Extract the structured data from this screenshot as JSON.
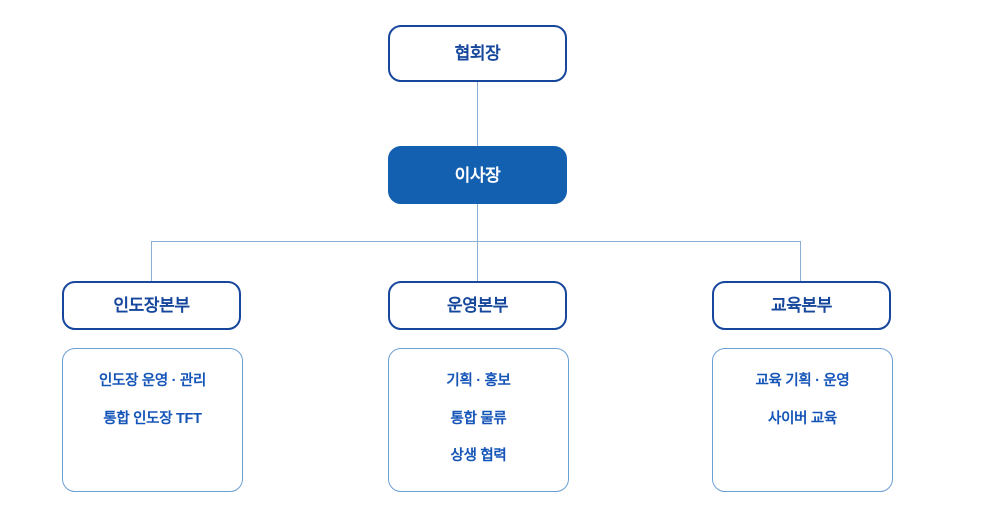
{
  "chart": {
    "type": "org-chart",
    "title": "",
    "accent_color": "#1460B0",
    "outline_color": "#16479D",
    "content_text_color": "#1555B8",
    "content_border_color": "#6B9FD4",
    "connector_color": "#8CAFD4",
    "background": "#FFFFFF"
  },
  "levels": {
    "top": {
      "label": "협회장",
      "style": "outlined"
    },
    "second": {
      "label": "이사장",
      "style": "filled"
    }
  },
  "departments": [
    {
      "label": "인도장본부",
      "items": [
        "인도장 운영 · 관리",
        "통합 인도장 TFT"
      ]
    },
    {
      "label": "운영본부",
      "items": [
        "기획 · 홍보",
        "통합 물류",
        "상생 협력"
      ]
    },
    {
      "label": "교육본부",
      "items": [
        "교육 기획 · 운영",
        "사이버 교육"
      ]
    }
  ]
}
